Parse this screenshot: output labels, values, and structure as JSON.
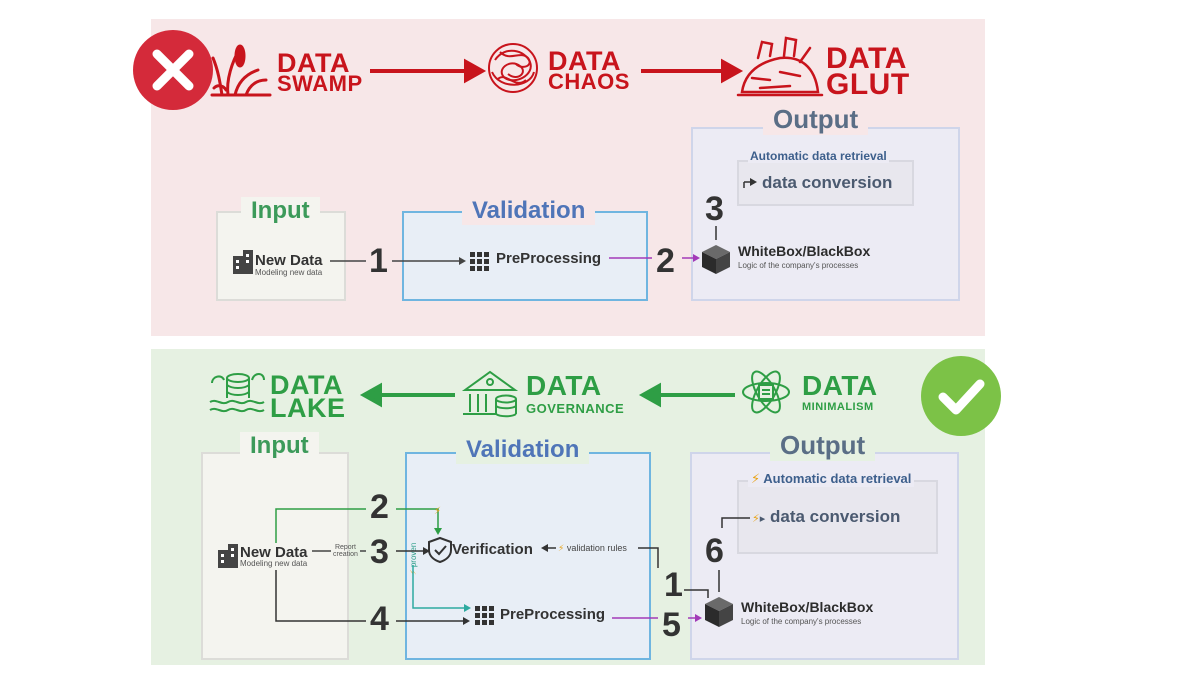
{
  "top": {
    "stages": [
      {
        "line1": "DATA",
        "line2": "SWAMP",
        "icon": "reeds-icon"
      },
      {
        "line1": "DATA",
        "line2": "CHAOS",
        "icon": "tangle-icon"
      },
      {
        "line1": "DATA",
        "line2": "GLUT",
        "icon": "junk-pile-icon"
      }
    ],
    "status_icon": "x-icon",
    "input": {
      "title": "Input",
      "item": "New Data",
      "item_sub": "Modeling new data"
    },
    "validation": {
      "title": "Validation",
      "item": "PreProcessing"
    },
    "output": {
      "title": "Output",
      "retrieval": "Automatic data retrieval",
      "conversion": "data conversion",
      "box": "WhiteBox/BlackBox",
      "box_sub": "Logic of the company's processes"
    },
    "numbers": [
      "1",
      "2",
      "3"
    ]
  },
  "bottom": {
    "stages": [
      {
        "line1": "DATA",
        "line2": "LAKE",
        "icon": "lake-database-icon"
      },
      {
        "line1": "DATA",
        "line2": "GOVERNANCE",
        "icon": "building-database-icon"
      },
      {
        "line1": "DATA",
        "line2": "MINIMALISM",
        "icon": "atom-chip-icon"
      }
    ],
    "status_icon": "check-icon",
    "input": {
      "title": "Input",
      "item": "New Data",
      "item_sub": "Modeling new data",
      "report": "Report",
      "creation": "creation"
    },
    "validation": {
      "title": "Validation",
      "verification": "Verification",
      "rules": "validation rules",
      "proven": "proven",
      "item": "PreProcessing"
    },
    "output": {
      "title": "Output",
      "retrieval": "Automatic data retrieval",
      "conversion": "data conversion",
      "box": "WhiteBox/BlackBox",
      "box_sub": "Logic of the company's processes"
    },
    "numbers": [
      "2",
      "3",
      "4",
      "1",
      "5",
      "6"
    ]
  }
}
